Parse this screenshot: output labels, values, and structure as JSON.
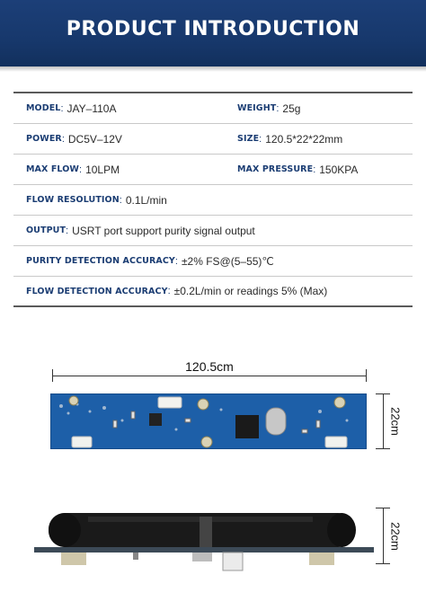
{
  "header": {
    "title": "PRODUCT INTRODUCTION"
  },
  "specs": [
    {
      "left": {
        "label": "MODEL",
        "value": "JAY–110A"
      },
      "right": {
        "label": "WEIGHT",
        "value": "25g"
      }
    },
    {
      "left": {
        "label": "POWER",
        "value": "DC5V–12V"
      },
      "right": {
        "label": "SIZE",
        "value": "120.5*22*22mm"
      }
    },
    {
      "left": {
        "label": "MAX FLOW",
        "value": "10LPM"
      },
      "right": {
        "label": "MAX PRESSURE",
        "value": "150KPA"
      }
    },
    {
      "full": {
        "label": "FLOW RESOLUTION",
        "value": "0.1L/min"
      }
    },
    {
      "full": {
        "label": "OUTPUT",
        "value": "USRT port support purity signal output"
      }
    },
    {
      "full": {
        "label": "PURITY DETECTION ACCURACY",
        "value": "±2% FS@(5–55)℃"
      }
    },
    {
      "full": {
        "label": "FLOW DETECTION ACCURACY",
        "value": "±0.2L/min or readings 5% (Max)"
      }
    }
  ],
  "dimensions": {
    "width": "120.5cm",
    "height_top": "22cm",
    "height_bottom": "22cm"
  },
  "colors": {
    "header_bg": "#17386c",
    "label": "#1b3d73",
    "pcb": "#1d5fa8"
  }
}
